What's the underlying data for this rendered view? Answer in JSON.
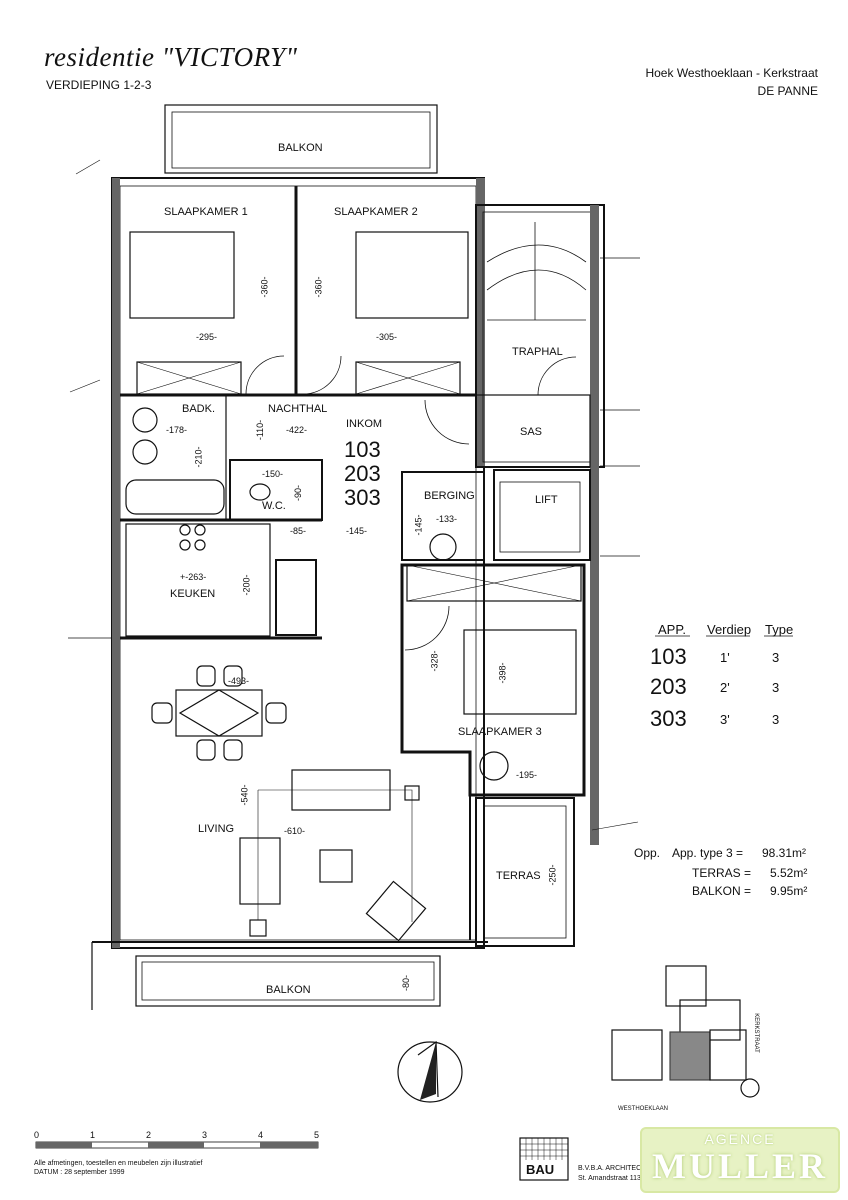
{
  "header": {
    "title": "residentie \"VICTORY\"",
    "subtitle": "VERDIEPING 1-2-3",
    "address_line1": "Hoek Westhoeklaan - Kerkstraat",
    "address_line2": "DE PANNE"
  },
  "rooms": {
    "balkon_top": "BALKON",
    "slaapkamer1": "SLAAPKAMER 1",
    "slaapkamer2": "SLAAPKAMER 2",
    "traphal": "TRAPHAL",
    "badk": "BADK.",
    "nachthal": "NACHTHAL",
    "inkom": "INKOM",
    "sas": "SAS",
    "wc": "W.C.",
    "berging": "BERGING",
    "lift": "LIFT",
    "keuken": "KEUKEN",
    "slaapkamer3": "SLAAPKAMER 3",
    "living": "LIVING",
    "terras": "TERRAS",
    "balkon_bottom": "BALKON"
  },
  "unit_numbers": [
    "103",
    "203",
    "303"
  ],
  "dimensions": {
    "sk1_height": "-360-",
    "sk2_height": "-360-",
    "sk1_width": "-295-",
    "sk2_width": "-305-",
    "badk_width": "-178-",
    "badk_height": "-210-",
    "nachthal_w": "-110-",
    "inkom_w": "-422-",
    "wc_w": "-150-",
    "wc_h": "-90-",
    "berging_h": "-145-",
    "berging_w": "-133-",
    "inkom_145": "-145-",
    "closet_85": "-85-",
    "keuken_w": "+-263-",
    "keuken_h": "-200-",
    "dining_w": "-493-",
    "sk3_door": "-328-",
    "sk3_h": "-398-",
    "sk3_w": "-195-",
    "living_h": "-540-",
    "living_w": "-610-",
    "terras_h": "-250-",
    "balkon_h": "-80-"
  },
  "type_table": {
    "headers": [
      "APP.",
      "Verdiep",
      "Type"
    ],
    "rows": [
      {
        "app": "103",
        "verdiep": "1'",
        "type": "3"
      },
      {
        "app": "203",
        "verdiep": "2'",
        "type": "3"
      },
      {
        "app": "303",
        "verdiep": "3'",
        "type": "3"
      }
    ]
  },
  "areas": {
    "opp_label": "Opp.",
    "app_label": "App. type 3 =",
    "app_value": "98.31m²",
    "terras_label": "TERRAS =",
    "terras_value": "5.52m²",
    "balkon_label": "BALKON =",
    "balkon_value": "9.95m²"
  },
  "site_plan": {
    "street1": "KERKSTRAAT",
    "street2": "WESTHOEKLAAN"
  },
  "scale": {
    "ticks": [
      "0",
      "1",
      "2",
      "3",
      "4",
      "5"
    ]
  },
  "footer": {
    "note1": "Alle afmetingen, toestellen en meubelen zijn illustratief",
    "note2": "DATUM : 28 september 1999",
    "firm_line1": "B.V.B.A.   ARCHITECTENBUREAU   B. & C. COUSSEE",
    "firm_line2": "St. Amandstraat 113-8800 Roeselare tel:051/26.11.70 fax:051/26.11.71",
    "logo_text": "BAU"
  },
  "agency": {
    "top": "AGENCE",
    "name": "MULLER"
  }
}
